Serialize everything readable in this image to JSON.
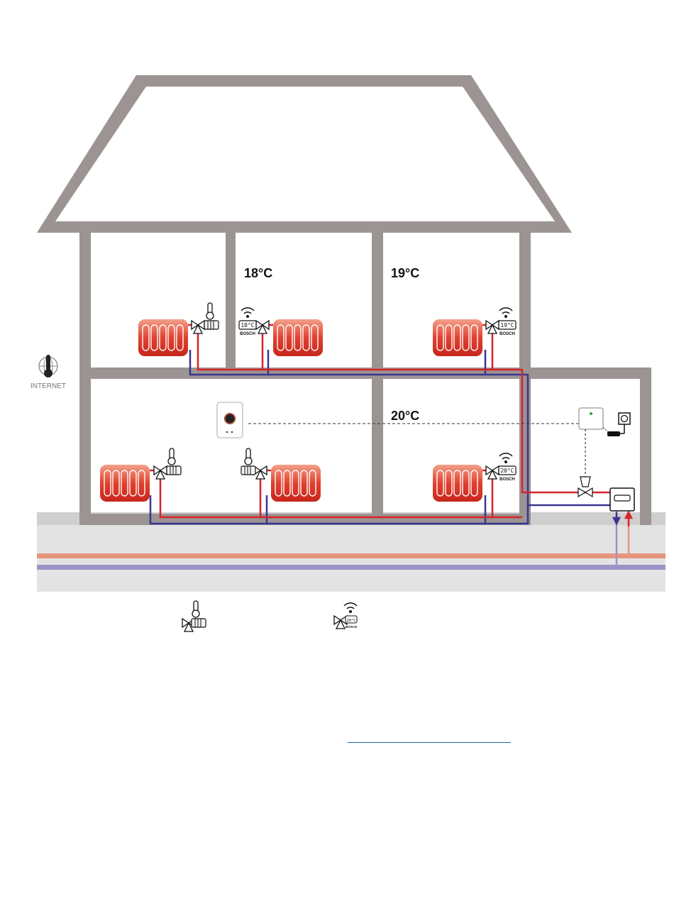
{
  "internet_label": "INTERNET",
  "rooms": {
    "study_temp": "18°C",
    "bedroom_temp": "19°C",
    "kitchen_temp": "20°C"
  },
  "smart_valve_displays": {
    "study": "18°C",
    "bedroom": "19°C",
    "kitchen": "20°C"
  },
  "brand_label": "BOSCH",
  "legend": {
    "brand_label": "BOSCH",
    "display": "20°C"
  },
  "link_text": "",
  "colors": {
    "wall": "#9b9492",
    "supply_pipe": "#d8232a",
    "return_pipe": "#3b3590",
    "ground": "#e3e3e3",
    "ground_supply": "#e8957e",
    "ground_return": "#9d93c6",
    "radiator": "#e0412f",
    "link": "#1f5fa8"
  },
  "icons": [
    "shower-icon",
    "desk-lamp-icon",
    "bed-icon",
    "sofa-icon",
    "cooking-pot-icon",
    "shelf-icon",
    "globe-thermometer-icon",
    "thermostat-controller",
    "gateway-device",
    "power-socket-icon",
    "zone-valve",
    "boiler-unit"
  ]
}
